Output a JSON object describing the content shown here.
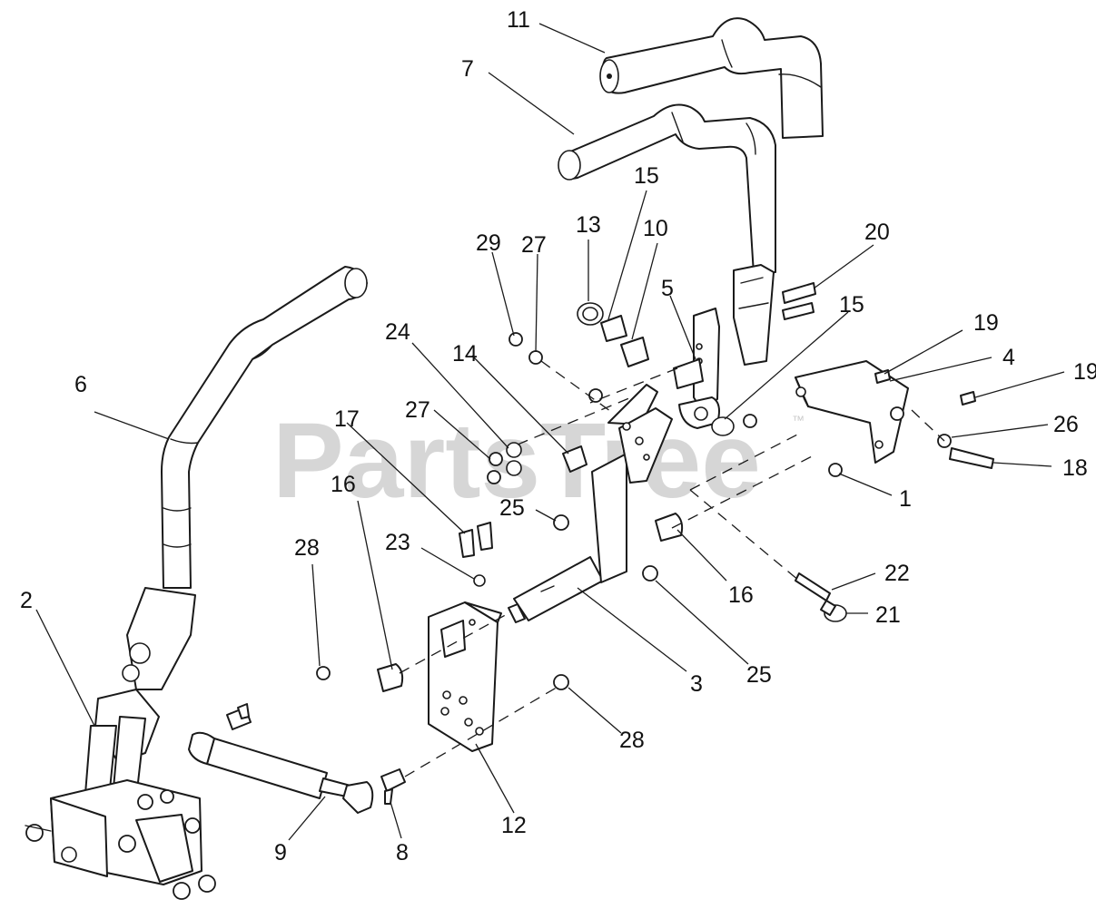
{
  "watermark": {
    "text": "PartsTree",
    "trademark": "™"
  },
  "callouts": [
    {
      "id": "11",
      "label": "11"
    },
    {
      "id": "7",
      "label": "7"
    },
    {
      "id": "15a",
      "label": "15"
    },
    {
      "id": "13",
      "label": "13"
    },
    {
      "id": "10",
      "label": "10"
    },
    {
      "id": "20",
      "label": "20"
    },
    {
      "id": "29",
      "label": "29"
    },
    {
      "id": "27a",
      "label": "27"
    },
    {
      "id": "5",
      "label": "5"
    },
    {
      "id": "15b",
      "label": "15"
    },
    {
      "id": "24",
      "label": "24"
    },
    {
      "id": "14",
      "label": "14"
    },
    {
      "id": "19a",
      "label": "19"
    },
    {
      "id": "4",
      "label": "4"
    },
    {
      "id": "19b",
      "label": "19"
    },
    {
      "id": "6",
      "label": "6"
    },
    {
      "id": "17",
      "label": "17"
    },
    {
      "id": "27b",
      "label": "27"
    },
    {
      "id": "26",
      "label": "26"
    },
    {
      "id": "16a",
      "label": "16"
    },
    {
      "id": "18",
      "label": "18"
    },
    {
      "id": "25a",
      "label": "25"
    },
    {
      "id": "1",
      "label": "1"
    },
    {
      "id": "28a",
      "label": "28"
    },
    {
      "id": "23",
      "label": "23"
    },
    {
      "id": "16b",
      "label": "16"
    },
    {
      "id": "22",
      "label": "22"
    },
    {
      "id": "2",
      "label": "2"
    },
    {
      "id": "21",
      "label": "21"
    },
    {
      "id": "3",
      "label": "3"
    },
    {
      "id": "25b",
      "label": "25"
    },
    {
      "id": "28b",
      "label": "28"
    },
    {
      "id": "9",
      "label": "9"
    },
    {
      "id": "8",
      "label": "8"
    },
    {
      "id": "12",
      "label": "12"
    }
  ]
}
